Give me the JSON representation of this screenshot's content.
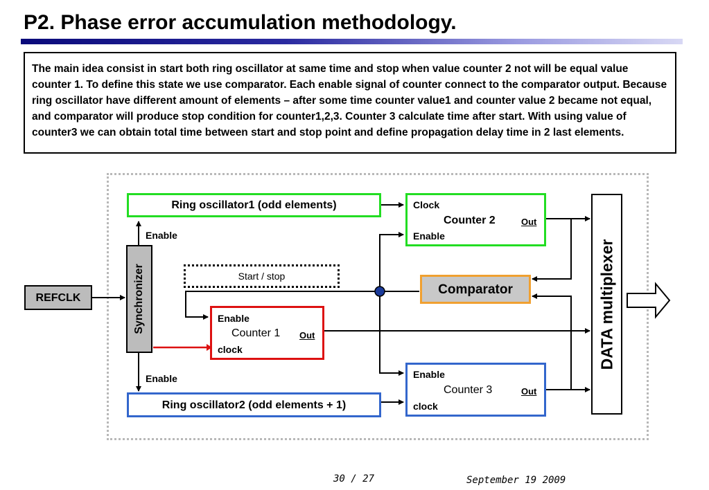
{
  "title": "P2. Phase error accumulation methodology.",
  "description": "The main idea consist in start both ring oscillator at same time and stop when value counter 2 not will be equal value counter 1. To define this state we use comparator. Each enable signal of counter connect to the comparator output. Because ring oscillator have different amount of elements – after some time counter value1 and counter value 2 became not equal, and comparator will produce stop condition for counter1,2,3. Counter 3 calculate time after start. With using value of counter3 we can obtain total time between start and stop point and define propagation delay time in 2 last elements.",
  "diagram": {
    "ring_osc1": "Ring oscillator1 (odd elements)",
    "ring_osc2": "Ring oscillator2 (odd elements + 1)",
    "synchronizer": "Synchronizer",
    "refclk": "REFCLK",
    "enable_top": "Enable",
    "enable_bottom": "Enable",
    "start_stop": "Start / stop",
    "counter2": {
      "clock": "Clock",
      "name": "Counter 2",
      "out": "Out",
      "enable": "Enable"
    },
    "counter1": {
      "enable": "Enable",
      "name": "Counter 1",
      "out": "Out",
      "clock": "clock"
    },
    "counter3": {
      "enable": "Enable",
      "name": "Counter 3",
      "out": "Out",
      "clock": "clock"
    },
    "comparator": "Comparator",
    "mux": "DATA multiplexer"
  },
  "colors": {
    "green": "#22dd22",
    "red": "#dd1111",
    "blue": "#3366cc",
    "comparator_fill": "#c8c8c8",
    "comparator_border": "#f0a030",
    "sync_fill": "#bcbcbc",
    "node_fill": "#1a3a9a"
  },
  "footer": {
    "page": "30 / 27",
    "date": "September 19 2009"
  }
}
